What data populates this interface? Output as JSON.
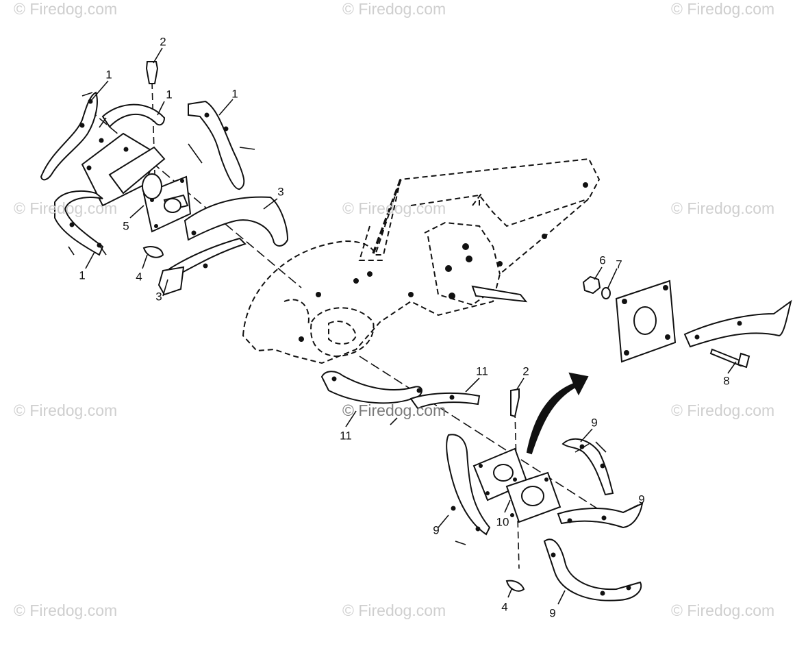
{
  "watermark": {
    "text": "© Firedog.com"
  },
  "callouts": [
    {
      "id": "c1a",
      "label": "1"
    },
    {
      "id": "c1b",
      "label": "1"
    },
    {
      "id": "c1c",
      "label": "1"
    },
    {
      "id": "c1d",
      "label": "1"
    },
    {
      "id": "c2a",
      "label": "2"
    },
    {
      "id": "c2b",
      "label": "2"
    },
    {
      "id": "c3a",
      "label": "3"
    },
    {
      "id": "c3b",
      "label": "3"
    },
    {
      "id": "c4a",
      "label": "4"
    },
    {
      "id": "c4b",
      "label": "4"
    },
    {
      "id": "c5",
      "label": "5"
    },
    {
      "id": "c6",
      "label": "6"
    },
    {
      "id": "c7",
      "label": "7"
    },
    {
      "id": "c8",
      "label": "8"
    },
    {
      "id": "c9a",
      "label": "9"
    },
    {
      "id": "c9b",
      "label": "9"
    },
    {
      "id": "c9c",
      "label": "9"
    },
    {
      "id": "c9d",
      "label": "9"
    },
    {
      "id": "c10",
      "label": "10"
    },
    {
      "id": "c11a",
      "label": "11"
    },
    {
      "id": "c11b",
      "label": "11"
    }
  ]
}
